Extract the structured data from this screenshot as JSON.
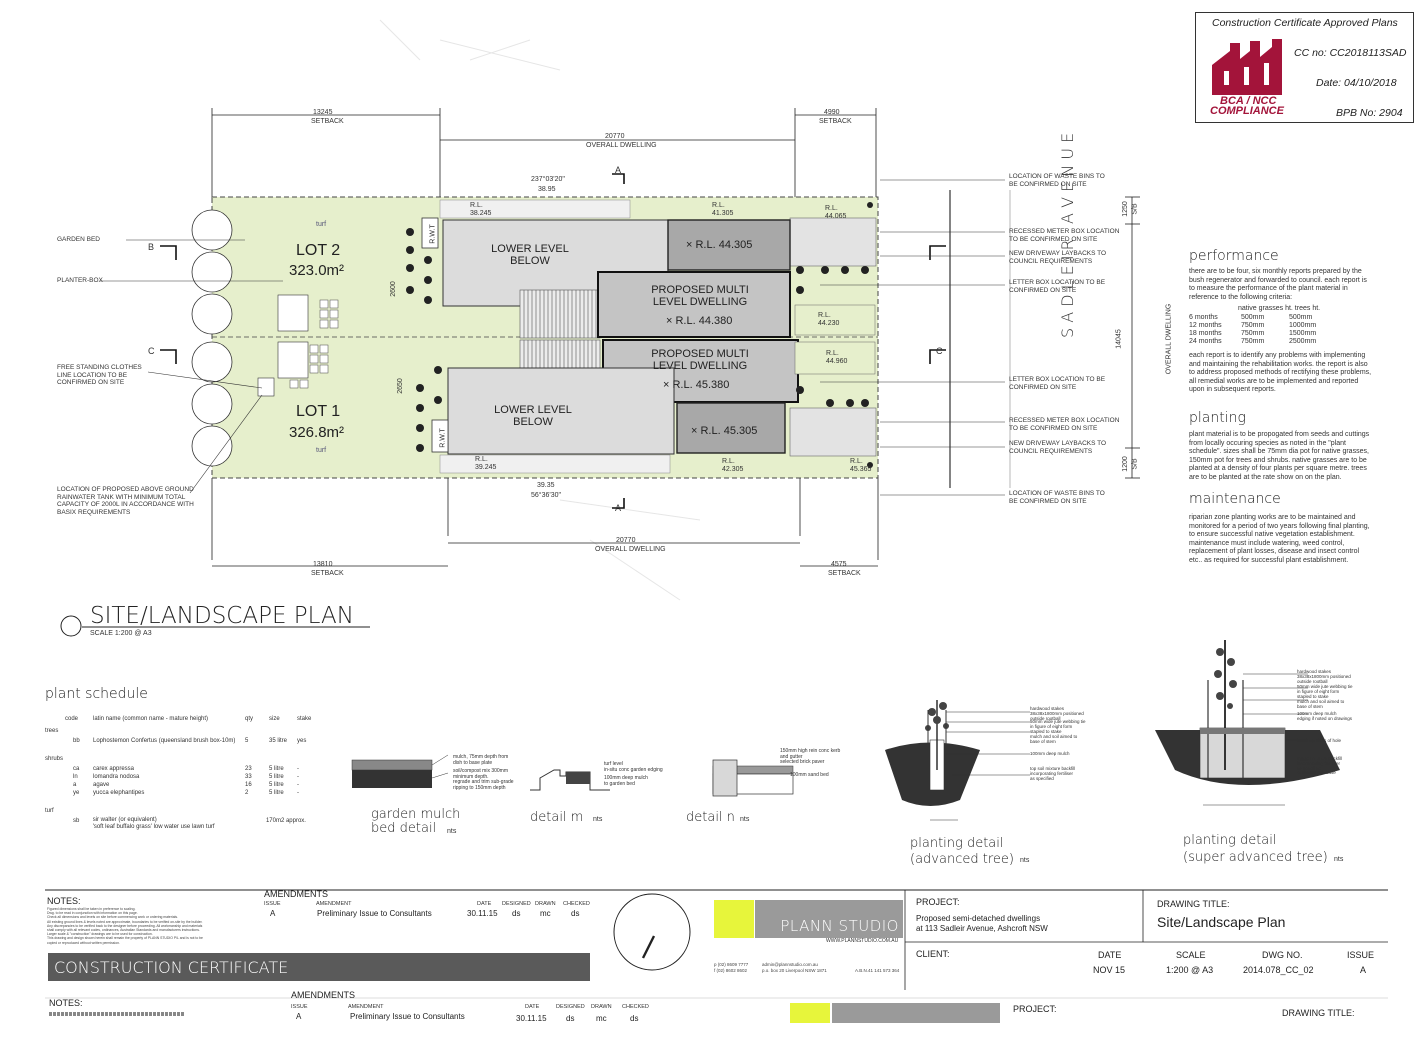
{
  "stamp": {
    "title": "Construction Certificate Approved Plans",
    "cc_no": "CC no:  CC2018113SAD",
    "date": "Date:  04/10/2018",
    "bpb_no": "BPB No:  2904",
    "logo_line1": "BCA / NCC",
    "logo_line2": "COMPLIANCE",
    "colors": {
      "logo": "#a3143a"
    }
  },
  "plan": {
    "dim_top_left": "13245",
    "dim_top_left_sub": "SETBACK",
    "dim_top_right": "4990",
    "dim_top_right_sub": "SETBACK",
    "dim_top_overall": "20770",
    "dim_top_overall_sub": "OVERALL DWELLING",
    "bearing_top": "237°03'20\"",
    "bearing_top_len": "38.95",
    "bearing_bottom_len": "39.35",
    "bearing_bottom": "56°36'30\"",
    "dim_bottom_overall": "20770",
    "dim_bottom_overall_sub": "OVERALL DWELLING",
    "dim_bottom_left": "13810",
    "dim_bottom_left_sub": "SETBACK",
    "dim_bottom_right": "4575",
    "dim_bottom_right_sub": "SETBACK",
    "dim_right_1": "1250",
    "dim_right_1_sub": "S/B",
    "dim_right_2": "14045",
    "dim_right_2_sub": "OVERALL DWELLING",
    "dim_right_3": "1200",
    "dim_right_3_sub": "S/B",
    "street": "S A D L E I R   A V E N U E",
    "lot2": "LOT 2",
    "lot2_area": "323.0m²",
    "lot1": "LOT 1",
    "lot1_area": "326.8m²",
    "lower_level": "LOWER LEVEL\nBELOW",
    "proposed": "PROPOSED MULTI\nLEVEL DWELLING",
    "rl_upper_garage": "R.L. 44.305",
    "rl_upper_dwelling": "R.L. 44.380",
    "rl_lower_dwelling": "R.L. 45.380",
    "rl_lower_garage": "R.L. 45.305",
    "rl_small": [
      "R.L.\n38.245",
      "R.L.\n41.305",
      "R.L.\n44.065",
      "R.L.\n44.230",
      "R.L.\n44.960",
      "R.L.\n39.245",
      "R.L.\n42.305",
      "R.L.\n45.365"
    ],
    "turf": "turf",
    "rwt": "R.W.T",
    "dim_2600": "2600",
    "dim_2650": "2650",
    "section_a": "A",
    "section_b": "B",
    "section_c": "C",
    "note_garden_bed": "GARDEN BED",
    "note_planter": "PLANTER-BOX",
    "note_clothes": "FREE STANDING CLOTHES\nLINE LOCATION TO BE\nCONFIRMED ON SITE",
    "note_tank": "LOCATION OF PROPOSED ABOVE GROUND\nRAINWATER TANK WITH MINIMUM TOTAL\nCAPACITY OF 2000L IN ACCORDANCE WITH\nBASIX REQUIREMENTS",
    "notes_right": [
      "LOCATION OF WASTE BINS TO\nBE CONFIRMED ON SITE",
      "RECESSED METER BOX LOCATION\nTO BE CONFIRMED ON SITE",
      "NEW DRIVEWAY LAYBACKS TO\nCOUNCIL REQUIREMENTS",
      "LETTER BOX LOCATION TO BE\nCONFIRMED ON SITE",
      "LETTER BOX LOCATION TO BE\nCONFIRMED ON SITE",
      "RECESSED METER BOX LOCATION\nTO BE CONFIRMED ON SITE",
      "NEW DRIVEWAY LAYBACKS TO\nCOUNCIL REQUIREMENTS",
      "LOCATION OF WASTE BINS TO\nBE CONFIRMED ON SITE"
    ],
    "plan_title": "SITE/LANDSCAPE PLAN",
    "plan_scale": "SCALE 1:200 @ A3",
    "colors": {
      "lot_fill": "#e6efcc",
      "garage": "#a8a8a8",
      "dwelling": "#c4c4c4",
      "lower": "#dcdcdc"
    }
  },
  "side": {
    "performance_title": "performance",
    "performance_body": "there are to be four, six monthly reports prepared by the bush regenerator and forwarded to council. each report is to measure the performance of the plant material in reference to the following criteria:",
    "performance_cols": "native grasses ht.   trees ht.",
    "performance_rows": [
      [
        "6 months",
        "500mm",
        "500mm"
      ],
      [
        "12 months",
        "750mm",
        "1000mm"
      ],
      [
        "18 months",
        "750mm",
        "1500mm"
      ],
      [
        "24 months",
        "750mm",
        "2500mm"
      ]
    ],
    "performance_body2": "each report is to identify any problems with implementing and maintaining the rehabilitation works. the report is also to address proposed methods of rectifying these problems, all remedial works are to be implemented and reported upon in subsequent reports.",
    "planting_title": "planting",
    "planting_body": "plant material is to be propogated from seeds and cuttings from locally occuring species as noted in the \"plant schedule\". sizes shall be 75mm dia pot for native grasses, 150mm pot for trees and shrubs. native grasses are to be planted at a density of four plants per square metre. trees are to be planted at the rate show on on the plan.",
    "maintenance_title": "maintenance",
    "maintenance_body": "riparian zone planting works are to be maintained and monitored for a period of two years following final planting, to ensure successful native vegetation establishment. maintenance must include watering, weed control, replacement of plant losses, disease and insect control etc.. as required for successful plant establishment."
  },
  "schedule": {
    "title": "plant schedule",
    "headers": [
      "code",
      "latin name (common name - mature height)",
      "qty",
      "size",
      "stake"
    ],
    "sections": [
      {
        "name": "trees",
        "rows": [
          [
            "bb",
            "Lophostemon Confertus (queensland brush box-10m)",
            "5",
            "35 litre",
            "yes"
          ]
        ]
      },
      {
        "name": "shrubs",
        "rows": [
          [
            "ca",
            "carex appressa",
            "23",
            "5 litre",
            "-"
          ],
          [
            "ln",
            "lomandra nodosa",
            "33",
            "5 litre",
            "-"
          ],
          [
            "a",
            "agave",
            "16",
            "5 litre",
            "-"
          ],
          [
            "ye",
            "yucca elephantipes",
            "2",
            "5 litre",
            "-"
          ]
        ]
      },
      {
        "name": "turf",
        "rows": [
          [
            "sb",
            "sir walter (or equivalent)\n'soft leaf buffalo grass' low water use lawn turf",
            "",
            "170m2 approx.",
            ""
          ]
        ]
      }
    ]
  },
  "details": {
    "mulch_title": "garden mulch\nbed detail",
    "mulch_nts": "nts",
    "mulch_notes": [
      "mulch, 75mm depth from\ndish to base plate",
      "soil/compost mix 300mm\nminimum depth.\nregrade and trim sub-grade\nripping to 150mm depth"
    ],
    "m_title": "detail m",
    "m_nts": "nts",
    "m_notes": [
      "turf level\nin-situ conc garden edging",
      "100mm deep mulch\nto garden bed"
    ],
    "n_title": "detail n",
    "n_nts": "nts",
    "n_notes": [
      "150mm high rein conc kerb\nand gutter\nselected brick paver",
      "100mm sand bed"
    ],
    "adv_title": "planting detail\n(advanced tree)",
    "adv_nts": "nts",
    "adv_notes": [
      "hardwood stakes\n38x38x1800mm positioned\noutside rootball",
      "50mm wide jute webbing tie\nin figure of eight form\nstapled to stake",
      "mulch and soil aimed to\nbase of stem",
      "100mm deep mulch",
      "top soil mixture backfill\nincorporating fertiliser\nas specified"
    ],
    "sup_title": "planting detail\n(super advanced tree)",
    "sup_nts": "nts",
    "sup_notes": [
      "hardwood stakes\n38x38x1800mm positioned\noutside rootball",
      "50mm wide jute webbing tie\nin figure of eight form\nstapled to stake",
      "mulch and soil aimed to\nbase of stem",
      "100mm deep mulch\nedging if noted on drawings",
      "break up sides of hole",
      "top soil mixture backfill\nincorporating fertiliser\nas specified",
      "cultivated sub-base"
    ]
  },
  "titleblock": {
    "notes_label": "NOTES:",
    "notes_text": "Figured dimensions shall be taken in preference to scaling.\nDwg. to be read in conjunction with information on this page.\nCheck all dimensions and levels on site before commencing work or ordering materials.\nAll existing ground lines & levels noted are approximate, boundaries to be verified on-site by the builder.\nAny discrepancies to be verified back to the designer before proceeding. All workmanship and materials\nshall comply with all relevant codes, ordinances, Australian Standards and manufacturers instructions.\nLarger scale & \"construction\" drawings are to be used for construction.\nThis drawing and design shown herein shall remain the property of PLANN STUDIO P/L and is not to be\ncopied or reproduced without written permission.",
    "amend_label": "AMENDMENTS",
    "amend_headers": [
      "ISSUE",
      "AMENDMENT",
      "DATE",
      "DESIGNED",
      "DRAWN",
      "CHECKED"
    ],
    "amend_row": [
      "A",
      "Preliminary Issue to Consultants",
      "30.11.15",
      "ds",
      "mc",
      "ds"
    ],
    "cc_banner": "CONSTRUCTION CERTIFICATE",
    "studio": "PLANN STUDIO",
    "studio_web": "WWW.PLANNSTUDIO.COM.AU",
    "contact_p": "p  (02) 8609 7777",
    "contact_f": "f  (02) 8602 8602",
    "contact_email": "admin@plannstudio.com.au",
    "contact_po": "p.o. box 20 Liverpool  NSW 1871",
    "abn": "A.B.N.41 141 573 364",
    "project_label": "PROJECT:",
    "project": "Proposed semi-detached dwellings\nat 113 Sadleir Avenue, Ashcroft NSW",
    "client_label": "CLIENT:",
    "drawing_title_label": "DRAWING TITLE:",
    "drawing_title": "Site/Landscape Plan",
    "date_label": "DATE",
    "date": "NOV 15",
    "scale_label": "SCALE",
    "scale": "1:200 @ A3",
    "dwg_label": "DWG NO.",
    "dwg": "2014.078_CC_02",
    "issue_label": "ISSUE",
    "issue": "A",
    "colors": {
      "yellow": "#e7f53b",
      "banner": "#5a5a5a",
      "studio_bg": "#9a9a9a"
    }
  },
  "dup": {
    "notes_label": "NOTES:",
    "amend_label": "AMENDMENTS",
    "amend_headers": [
      "ISSUE",
      "AMENDMENT",
      "DATE",
      "DESIGNED",
      "DRAWN",
      "CHECKED"
    ],
    "amend_row": [
      "A",
      "Preliminary Issue to Consultants",
      "30.11.15",
      "ds",
      "mc",
      "ds"
    ],
    "project_label": "PROJECT:",
    "drawing_title_label": "DRAWING TITLE:"
  }
}
